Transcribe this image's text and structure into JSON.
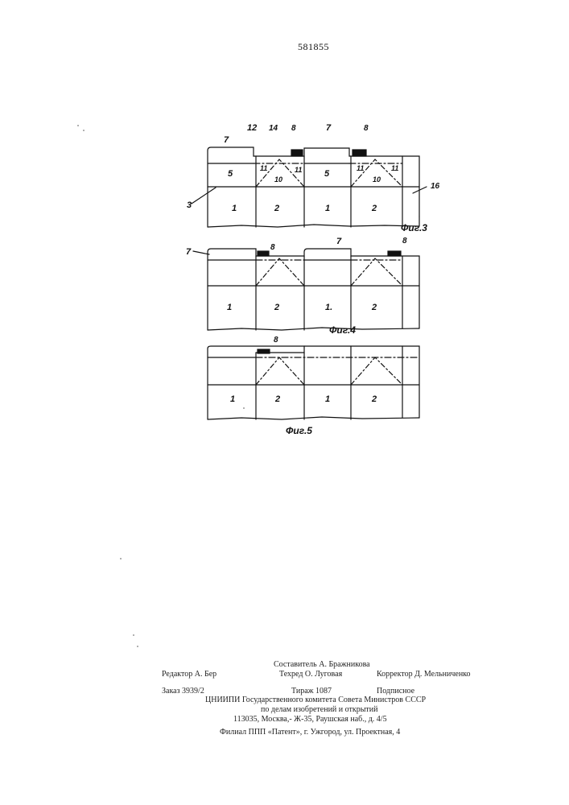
{
  "patent_number": "581855",
  "figures": {
    "fig3": {
      "caption": "Фиг.3",
      "labels": {
        "a7_left": "7",
        "a12": "12",
        "a14": "14",
        "a8_mid": "8",
        "a7_mid": "7",
        "a8_right": "8",
        "a5_left": "5",
        "a11_a": "11",
        "a10_a": "10",
        "a11_b": "11",
        "a5_mid": "5",
        "a11_c": "11",
        "a10_b": "10",
        "a11_d": "11",
        "a3": "3",
        "a16": "16",
        "b1_a": "1",
        "b2_a": "2",
        "b1_b": "1",
        "b2_b": "2"
      }
    },
    "fig4": {
      "caption": "Фиг.4",
      "labels": {
        "a7_left": "7",
        "a8_a": "8",
        "a7_mid": "7",
        "a8_b": "8",
        "b1_a": "1",
        "b2_a": "2",
        "b1_b": "1.",
        "b2_b": "2"
      }
    },
    "fig5": {
      "caption": "Фиг.5",
      "labels": {
        "a8": "8",
        "b1_a": "1",
        "b2_a": "2",
        "b1_b": "1",
        "b2_b": "2"
      }
    }
  },
  "footer": {
    "compiler": "Составитель   А.   Бражникова",
    "editor": "Редактор А. Бер",
    "techred": "Техред О. Луговая",
    "corrector": "Корректор Д. Мельниченко",
    "order": "Заказ 3939/2",
    "circulation": "Тираж 1087",
    "subscription": "Подписное",
    "institute_1": "ЦНИИПИ  Государственного  комитета  Совета  Министров  СССР",
    "institute_2": "по   делам   изобретений   и   открытий",
    "address": "113035,  Москва,- Ж-35,  Раушская  наб.,  д.  4/5",
    "branch": "Филиал  ППП  «Патент»,  г.  Ужгород,  ул.  Проектная,  4"
  }
}
